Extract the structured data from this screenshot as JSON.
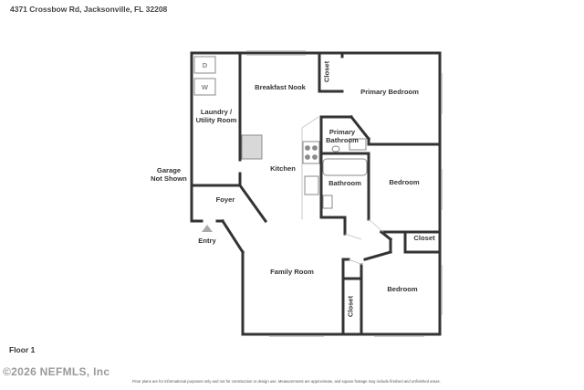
{
  "header": {
    "address": "4371 Crossbow Rd, Jacksonville, FL 32208"
  },
  "floor_label": "Floor 1",
  "watermark": "©2026 NEFMLS, Inc",
  "disclaimer": "Floor plans are for informational purposes only and not for construction or design use. Measurements are approximate, and square footage may include finished and unfinished areas.",
  "rooms": {
    "breakfast_nook": "Breakfast Nook",
    "primary_bedroom": "Primary Bedroom",
    "laundry_line1": "Laundry /",
    "laundry_line2": "Utility Room",
    "primary_bathroom_line1": "Primary",
    "primary_bathroom_line2": "Bathroom",
    "kitchen": "Kitchen",
    "bathroom": "Bathroom",
    "bedroom_1": "Bedroom",
    "bedroom_2": "Bedroom",
    "garage_line1": "Garage",
    "garage_line2": "Not Shown",
    "foyer": "Foyer",
    "entry": "Entry",
    "family_room": "Family Room",
    "closet_top": "Closet",
    "closet_right": "Closet",
    "closet_bottom": "Closet"
  },
  "appliances": {
    "dryer": "D",
    "washer": "W"
  },
  "colors": {
    "wall": "#333333",
    "fixture": "#8a8a8a",
    "window": "#bdbdbd",
    "entry_marker": "#aaaaaa"
  }
}
